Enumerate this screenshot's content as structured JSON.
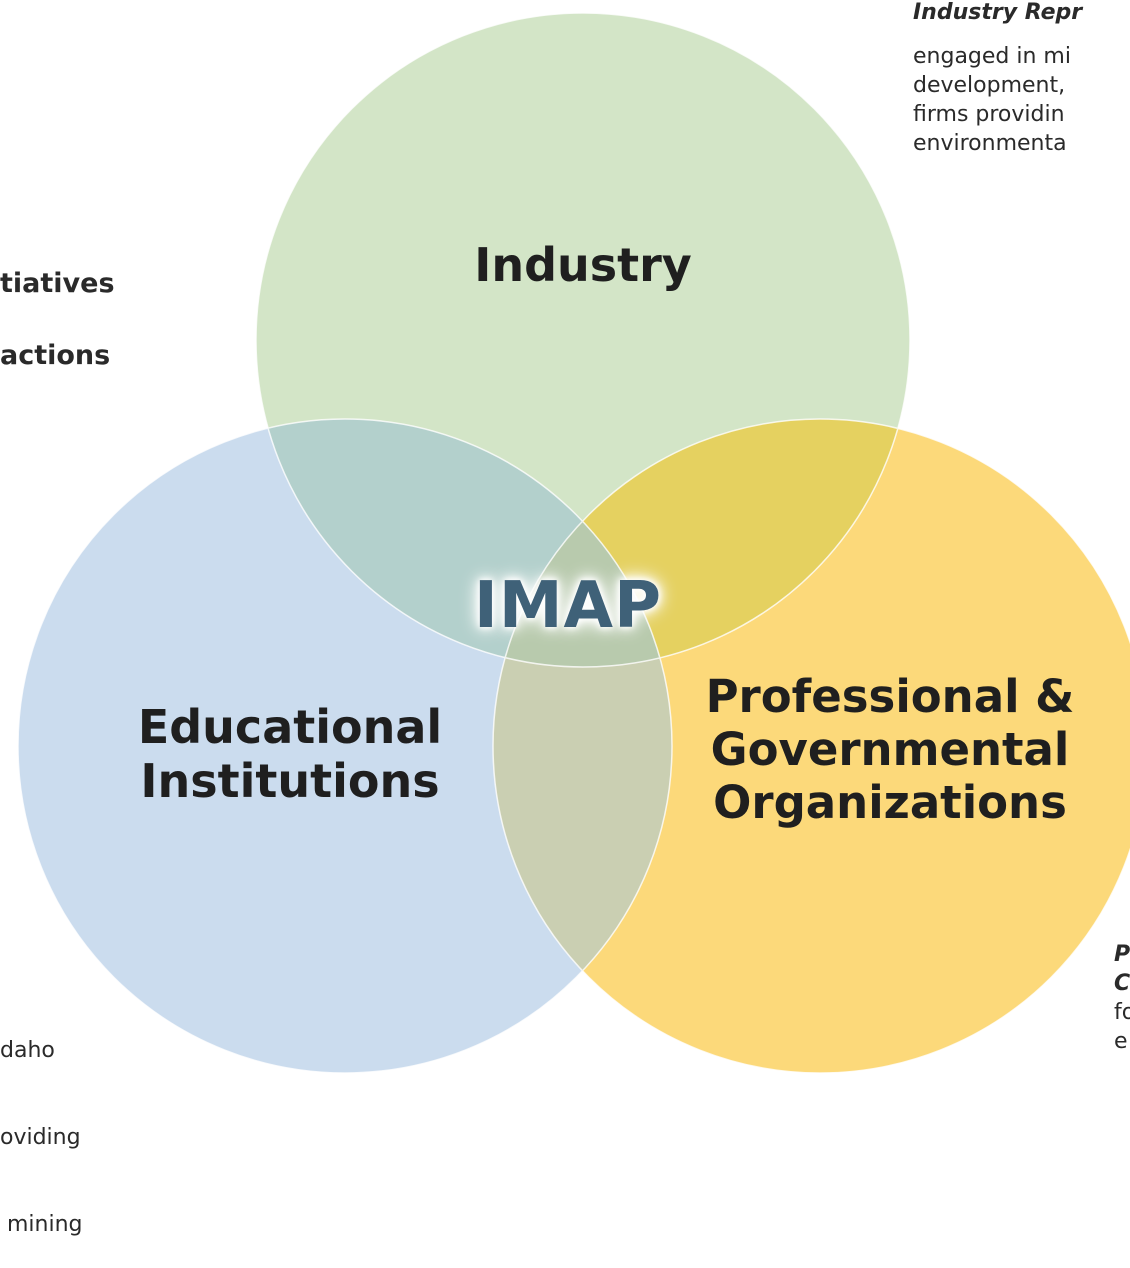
{
  "diagram": {
    "logo_text": "IMAP",
    "circles": [
      {
        "id": "industry",
        "label": "Industry",
        "color": "#d3e5c7"
      },
      {
        "id": "educational",
        "label_lines": [
          "Educational",
          "Institutions"
        ],
        "color": "#cbdcee"
      },
      {
        "id": "professional",
        "label_lines": [
          "Professional &",
          "Governmental",
          "Organizations"
        ],
        "color": "#fcd97a"
      }
    ],
    "overlap_colors": {
      "industry_educational": "#b3d0cc",
      "industry_professional": "#e5d160",
      "educational_professional": "#cacfb2",
      "center": "#b8caad"
    }
  },
  "fragments": {
    "left_heading_1": "tiatives",
    "left_heading_2": "actions",
    "top_right_title": "Industry Repr",
    "top_right_lines": [
      "engaged in mi",
      "development,",
      "firms providin",
      "environmenta"
    ],
    "bottom_left_lines": [
      "daho",
      "oviding",
      " mining"
    ],
    "bottom_right_lines": [
      "P",
      "C",
      "fo",
      "e"
    ]
  }
}
